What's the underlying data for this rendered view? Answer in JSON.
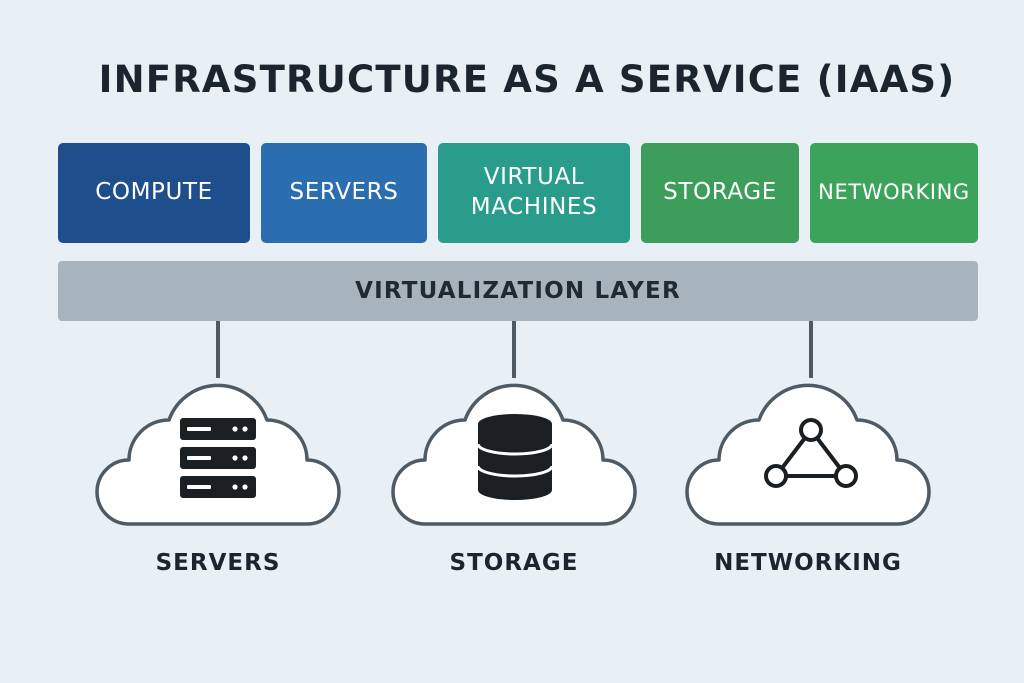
{
  "title": "INFRASTRUCTURE AS A SERVICE (IAAS)",
  "services": [
    {
      "label": "COMPUTE",
      "color": "#1e4f8c"
    },
    {
      "label": "SERVERS",
      "color": "#2a6db0"
    },
    {
      "label": "VIRTUAL\nMACHINES",
      "color": "#2a9c8c"
    },
    {
      "label": "STORAGE",
      "color": "#3c9e5a"
    },
    {
      "label": "NETWORKING",
      "color": "#3ca35a"
    }
  ],
  "virtualization_layer": {
    "label": "VIRTUALIZATION LAYER"
  },
  "resources": [
    {
      "label": "SERVERS",
      "icon": "server-rack-icon"
    },
    {
      "label": "STORAGE",
      "icon": "database-icon"
    },
    {
      "label": "NETWORKING",
      "icon": "network-nodes-icon"
    }
  ]
}
